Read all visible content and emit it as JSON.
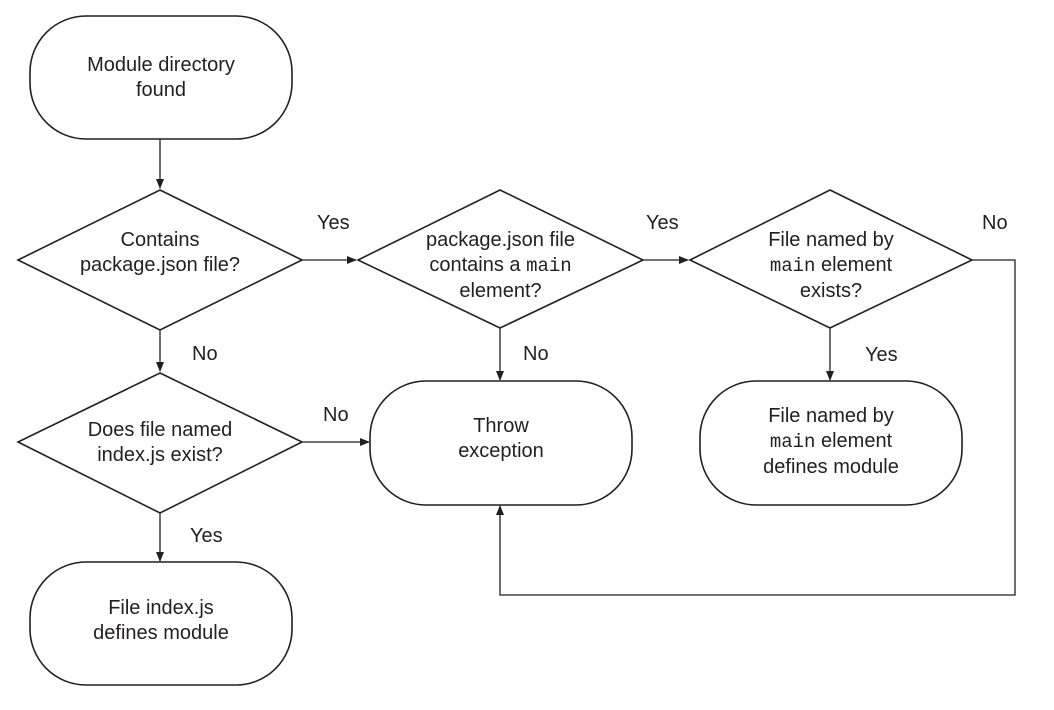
{
  "nodes": {
    "start": {
      "line1": "Module directory",
      "line2": "found"
    },
    "q_package": {
      "line1": "Contains",
      "line2": "package.json file?"
    },
    "q_main": {
      "line1": "package.json file",
      "line2_text": "contains a ",
      "line2_code": "main",
      "line3": "element?"
    },
    "q_exists": {
      "line1": "File named by",
      "line2_code": "main",
      "line2_text": " element",
      "line3": "exists?"
    },
    "q_index": {
      "line1": "Does file named",
      "line2": "index.js exist?"
    },
    "throw": {
      "line1": "Throw",
      "line2": "exception"
    },
    "main_defines": {
      "line1": "File named by",
      "line2_code": "main",
      "line2_text": " element",
      "line3": "defines module"
    },
    "index_defines": {
      "line1": "File index.js",
      "line2": "defines module"
    }
  },
  "edges": {
    "package_yes": "Yes",
    "package_no": "No",
    "main_yes": "Yes",
    "main_no": "No",
    "exists_yes": "Yes",
    "exists_no": "No",
    "index_yes": "Yes",
    "index_no": "No"
  }
}
